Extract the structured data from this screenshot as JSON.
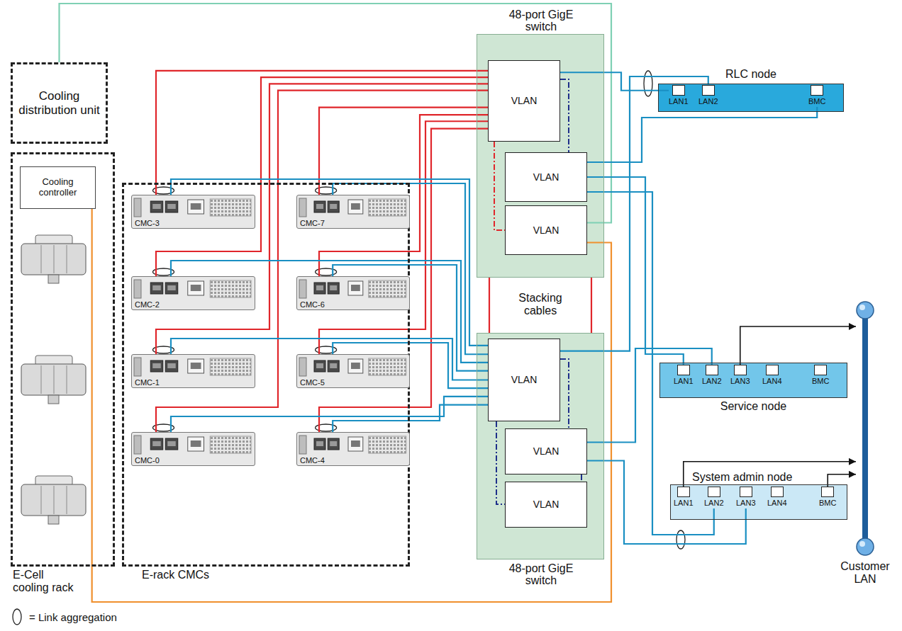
{
  "diagram": {
    "nodes": [
      {
        "text": [
          "Cooling distribution unit"
        ]
      },
      {
        "text": [
          "E-Cell cooling rack"
        ]
      },
      {
        "text": [
          "Cooling controller"
        ],
        "in": 1
      },
      {
        "text": [
          "E-rack CMCs"
        ]
      },
      {
        "text": [
          "CMC-3"
        ],
        "in": 3
      },
      {
        "text": [
          "CMC-7"
        ],
        "in": 3
      },
      {
        "text": [
          "CMC-2"
        ],
        "in": 3
      },
      {
        "text": [
          "CMC-6"
        ],
        "in": 3
      },
      {
        "text": [
          "CMC-1"
        ],
        "in": 3
      },
      {
        "text": [
          "CMC-5"
        ],
        "in": 3
      },
      {
        "text": [
          "CMC-0"
        ],
        "in": 3
      },
      {
        "text": [
          "CMC-4"
        ],
        "in": 3
      },
      {
        "text": [
          "48-port GigE switch"
        ]
      },
      {
        "text": [
          "VLAN"
        ],
        "in": 12
      },
      {
        "text": [
          "VLAN"
        ],
        "in": 12
      },
      {
        "text": [
          "VLAN"
        ],
        "in": 12
      },
      {
        "text": [
          "48-port GigE switch"
        ]
      },
      {
        "text": [
          "VLAN"
        ],
        "in": 16
      },
      {
        "text": [
          "VLAN"
        ],
        "in": 16
      },
      {
        "text": [
          "VLAN"
        ],
        "in": 16
      },
      {
        "text": [
          "RLC node"
        ]
      },
      {
        "text": [
          "LAN1"
        ],
        "in": 20
      },
      {
        "text": [
          "LAN2"
        ],
        "in": 20
      },
      {
        "text": [
          "BMC"
        ],
        "in": 20
      },
      {
        "text": [
          "Service node"
        ]
      },
      {
        "text": [
          "LAN1"
        ],
        "in": 24
      },
      {
        "text": [
          "LAN2"
        ],
        "in": 24
      },
      {
        "text": [
          "LAN3"
        ],
        "in": 24
      },
      {
        "text": [
          "LAN4"
        ],
        "in": 24
      },
      {
        "text": [
          "BMC"
        ],
        "in": 24
      },
      {
        "text": [
          "System admin node"
        ]
      },
      {
        "text": [
          "LAN1"
        ],
        "in": 30
      },
      {
        "text": [
          "LAN2"
        ],
        "in": 30
      },
      {
        "text": [
          "LAN3"
        ],
        "in": 30
      },
      {
        "text": [
          "LAN4"
        ],
        "in": 30
      },
      {
        "text": [
          "BMC"
        ],
        "in": 30
      },
      {
        "text": [
          "Customer LAN"
        ]
      }
    ],
    "edges": [
      {
        "from": 0,
        "to": 15,
        "arrow": "none"
      },
      {
        "from": 2,
        "to": 15,
        "arrow": "none"
      },
      {
        "from": 4,
        "to": 13,
        "arrow": "none"
      },
      {
        "from": 5,
        "to": 13,
        "arrow": "none"
      },
      {
        "from": 6,
        "to": 13,
        "arrow": "none"
      },
      {
        "from": 7,
        "to": 13,
        "arrow": "none"
      },
      {
        "from": 8,
        "to": 13,
        "arrow": "none"
      },
      {
        "from": 9,
        "to": 13,
        "arrow": "none"
      },
      {
        "from": 10,
        "to": 13,
        "arrow": "none"
      },
      {
        "from": 11,
        "to": 13,
        "arrow": "none"
      },
      {
        "from": 4,
        "to": 17,
        "arrow": "none"
      },
      {
        "from": 5,
        "to": 17,
        "arrow": "none"
      },
      {
        "from": 6,
        "to": 17,
        "arrow": "none"
      },
      {
        "from": 7,
        "to": 17,
        "arrow": "none"
      },
      {
        "from": 8,
        "to": 17,
        "arrow": "none"
      },
      {
        "from": 9,
        "to": 17,
        "arrow": "none"
      },
      {
        "from": 10,
        "to": 17,
        "arrow": "none"
      },
      {
        "from": 11,
        "to": 17,
        "arrow": "none"
      },
      {
        "from": 12,
        "to": 16,
        "arrow": "none"
      },
      {
        "from": 12,
        "to": 16,
        "arrow": "none"
      },
      {
        "from": 21,
        "to": 13,
        "arrow": "none"
      },
      {
        "from": 22,
        "to": 17,
        "arrow": "none"
      },
      {
        "from": 23,
        "to": 14,
        "arrow": "none"
      },
      {
        "from": 25,
        "to": 14,
        "arrow": "none"
      },
      {
        "from": 26,
        "to": 18,
        "arrow": "none"
      },
      {
        "from": 27,
        "to": 36,
        "arrow": "to"
      },
      {
        "from": 31,
        "to": 36,
        "arrow": "to"
      },
      {
        "from": 32,
        "to": 14,
        "arrow": "none"
      },
      {
        "from": 33,
        "to": 18,
        "arrow": "none"
      },
      {
        "from": 35,
        "to": 36,
        "arrow": "to"
      }
    ],
    "labels": [
      "Stacking cables"
    ],
    "legend": [
      {
        "text": "= Link aggregation"
      }
    ]
  }
}
